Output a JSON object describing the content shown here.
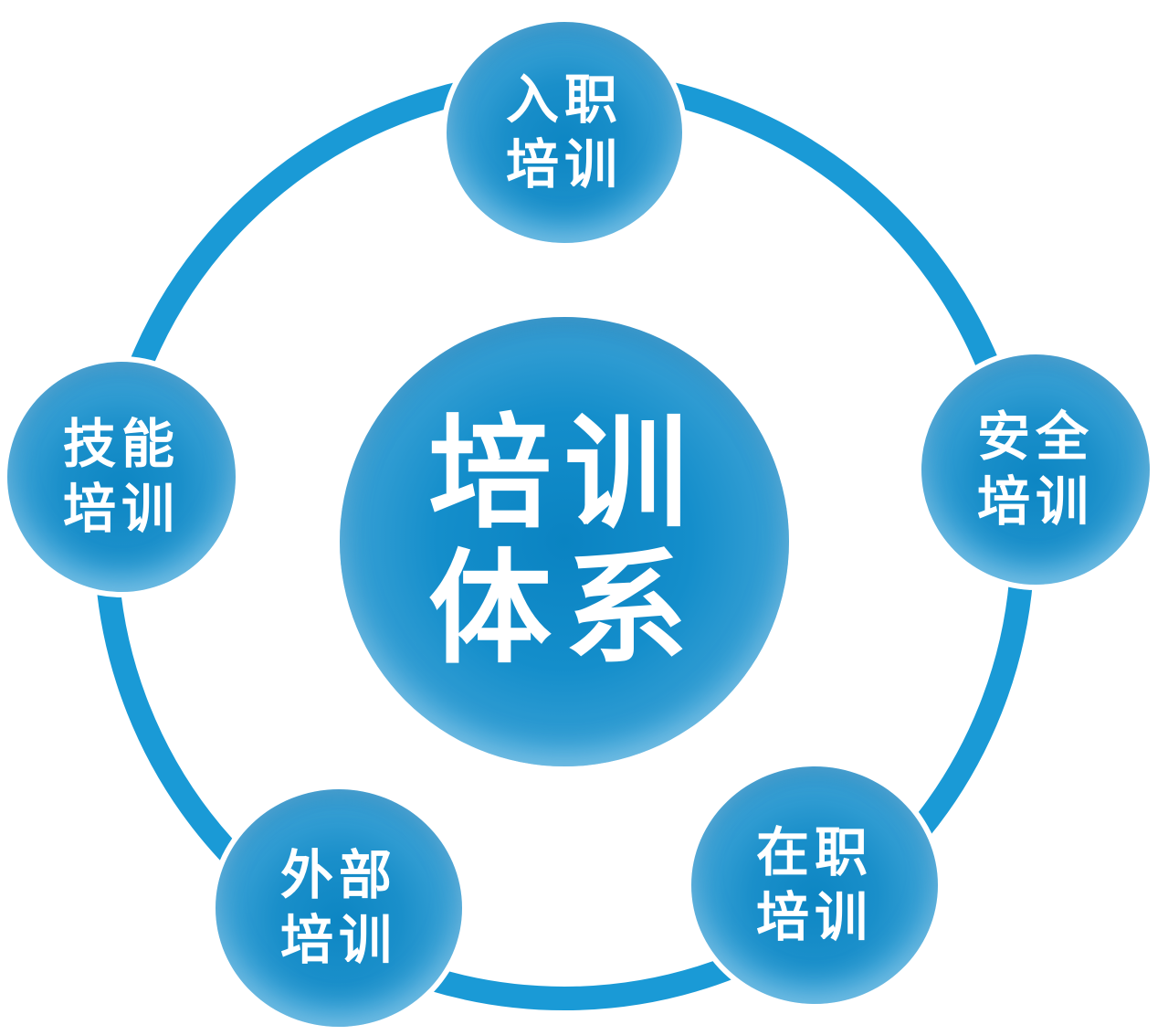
{
  "colors": {
    "ring": "#1a9ad6",
    "node_dark": "#0d86c3",
    "node_light": "#86c7ea",
    "text": "#ffffff"
  },
  "center": {
    "line1": "培训",
    "line2": "体系"
  },
  "nodes": {
    "onboarding": {
      "line1": "入职",
      "line2": "培训"
    },
    "safety": {
      "line1": "安全",
      "line2": "培训"
    },
    "skills": {
      "line1": "技能",
      "line2": "培训"
    },
    "external": {
      "line1": "外部",
      "line2": "培训"
    },
    "on_the_job": {
      "line1": "在职",
      "line2": "培训"
    }
  }
}
